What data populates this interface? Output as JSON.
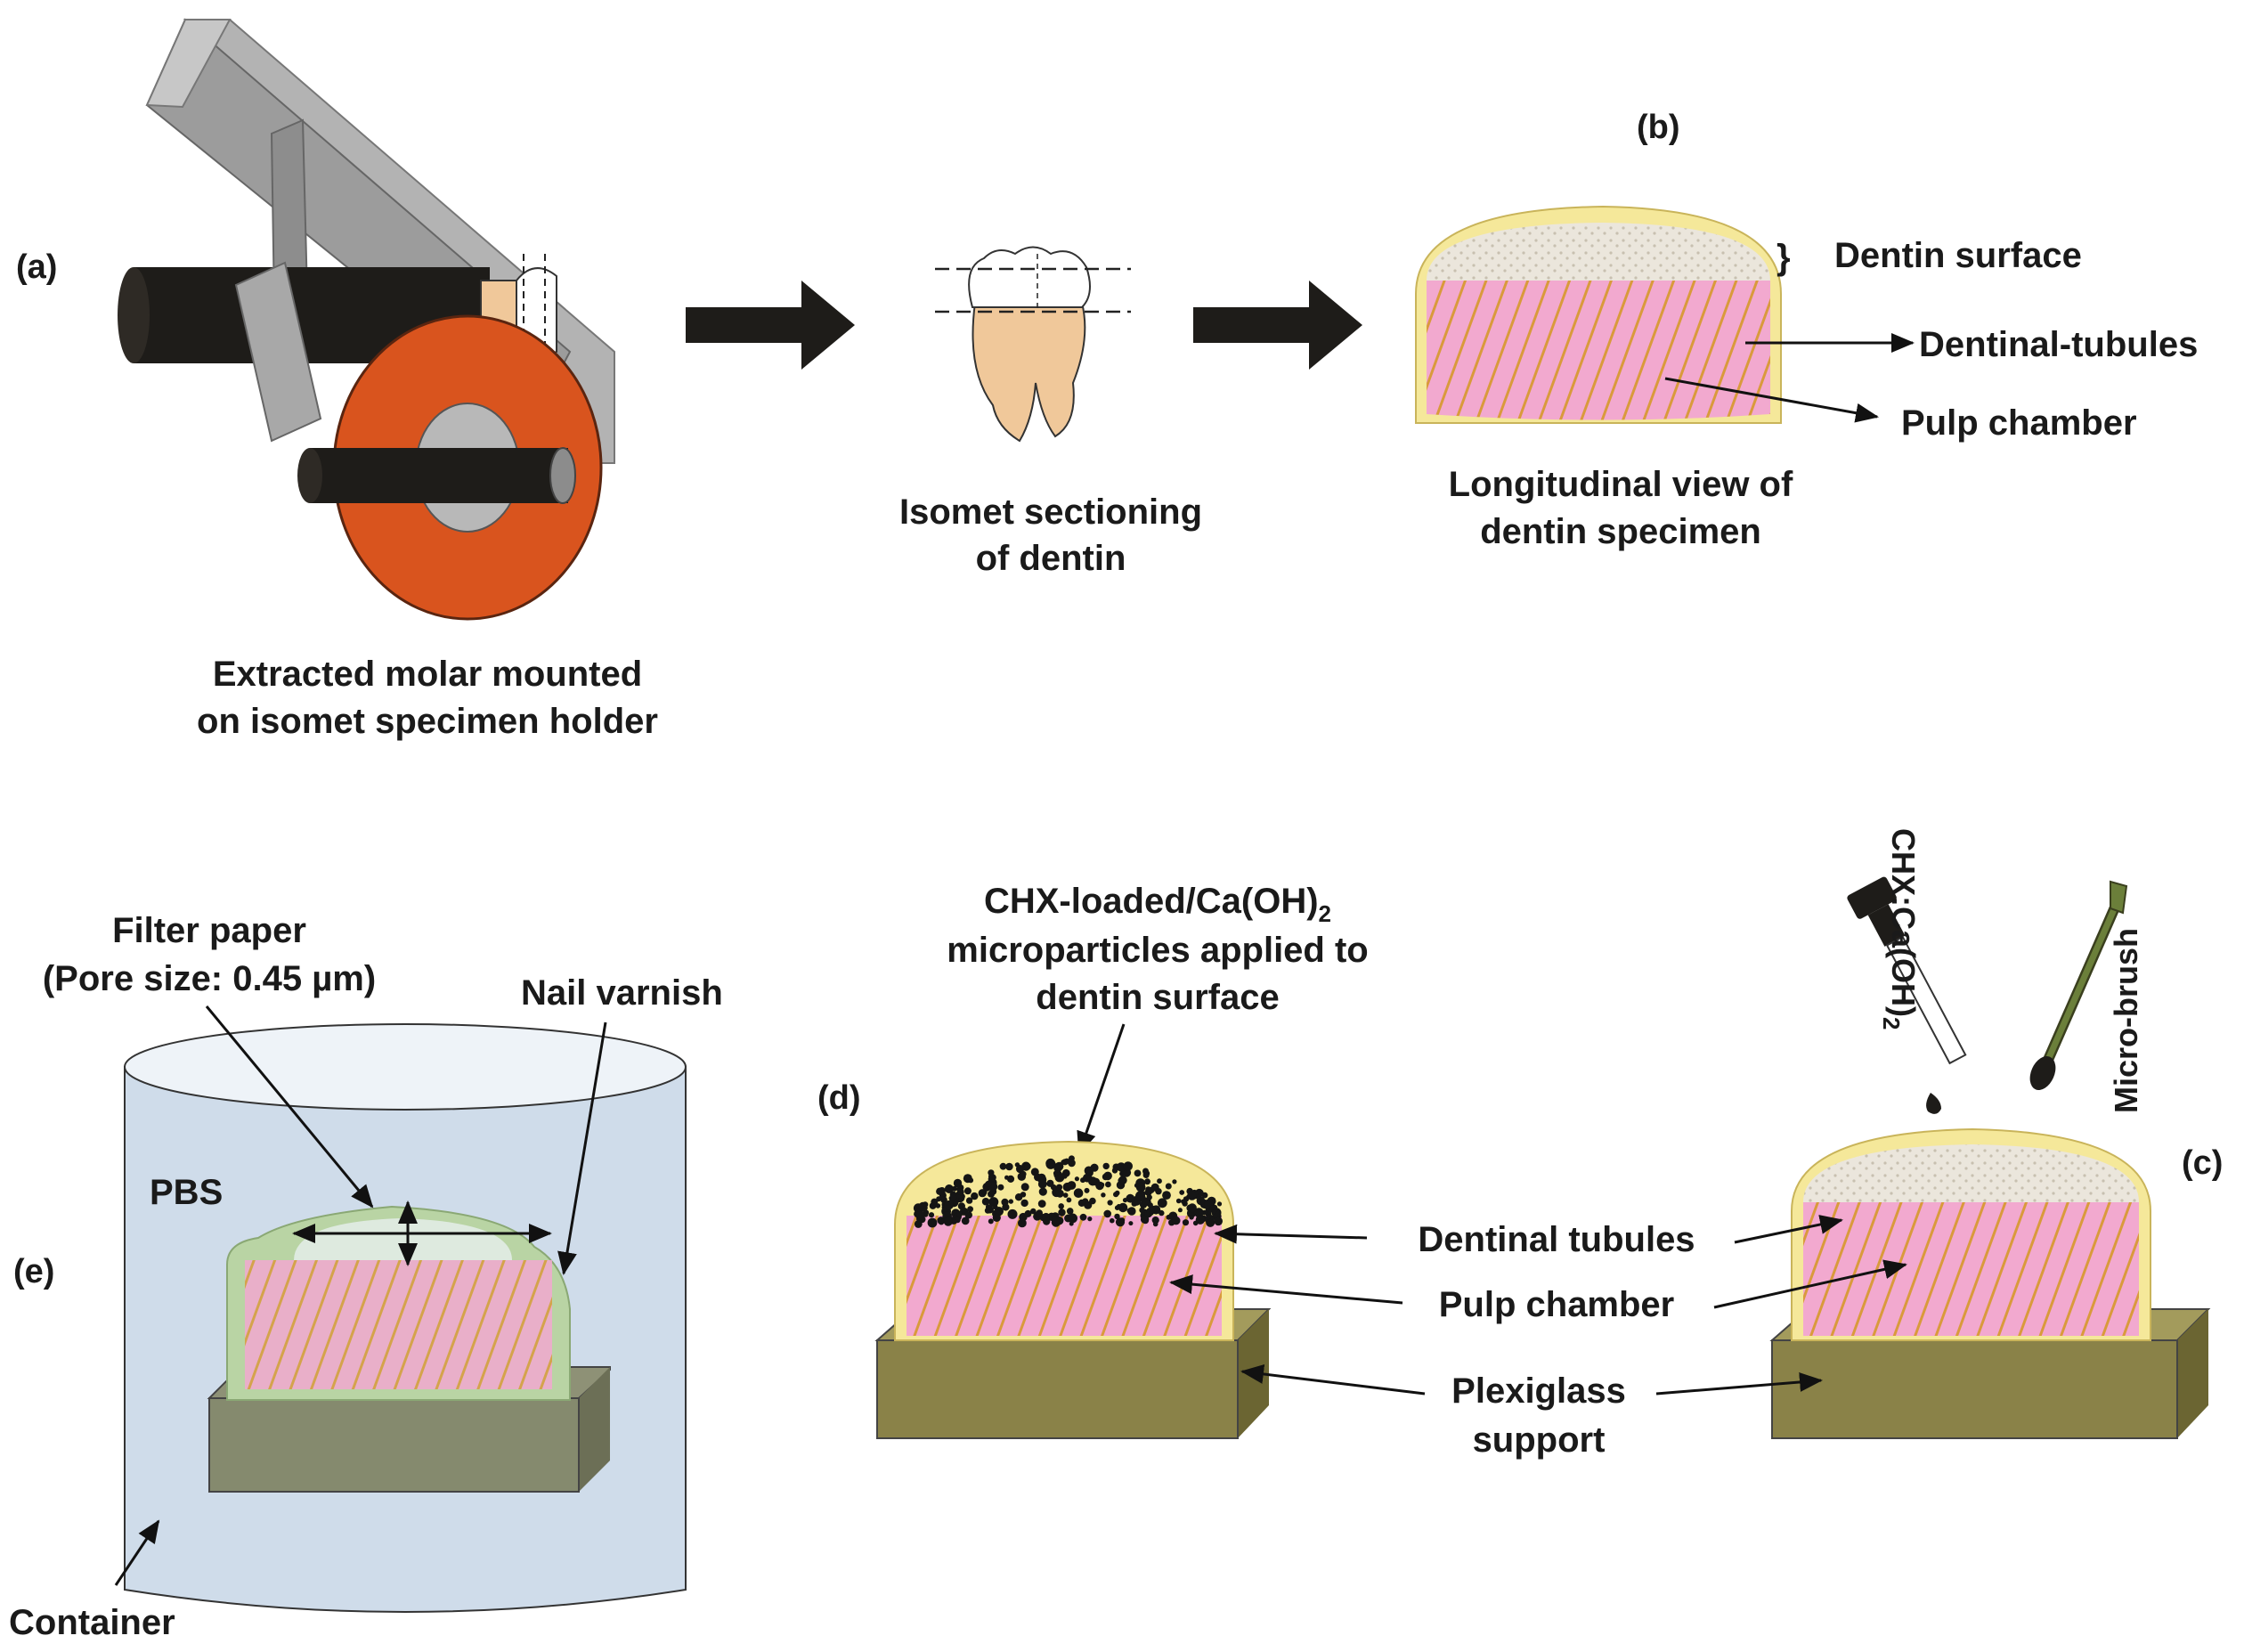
{
  "panels": {
    "a": {
      "label": "(a)",
      "caption_line1": "Extracted molar mounted",
      "caption_line2": "on isomet specimen holder"
    },
    "sectioning": {
      "caption_line1": "Isomet sectioning",
      "caption_line2": "of dentin"
    },
    "b": {
      "label": "(b)",
      "caption_line1": "Longitudinal view of",
      "caption_line2": "dentin specimen",
      "dentin_surface": "Dentin surface",
      "dentinal_tubules": "Dentinal-tubules",
      "pulp_chamber": "Pulp chamber"
    },
    "c": {
      "label": "(c)",
      "dropper_label": "CHX:Ca(OH)",
      "dropper_subscript": "2",
      "brush_label": "Micro-brush"
    },
    "d": {
      "label": "(d)",
      "applied_line1": "CHX-loaded/Ca(OH)",
      "applied_sub": "2",
      "applied_line2": "microparticles applied to",
      "applied_line3": "dentin surface",
      "dentinal_tubules": "Dentinal tubules",
      "pulp_chamber": "Pulp chamber",
      "support_line1": "Plexiglass",
      "support_line2": "support"
    },
    "e": {
      "label": "(e)",
      "filter_line1": "Filter paper",
      "filter_line2": "(Pore size: 0.45 µm)",
      "nail_varnish": "Nail varnish",
      "pbs": "PBS",
      "container": "Container"
    }
  },
  "colors": {
    "pulp": "#f2a9cf",
    "tubules": "#d99a3c",
    "enamel_rim": "#f5e89a",
    "dentin_surface": "#e6e0d4",
    "support": "#8a8248",
    "orange_blade": "#d9541e",
    "container_fill": "#cfdcea",
    "varnish": "#b9d4a4"
  }
}
